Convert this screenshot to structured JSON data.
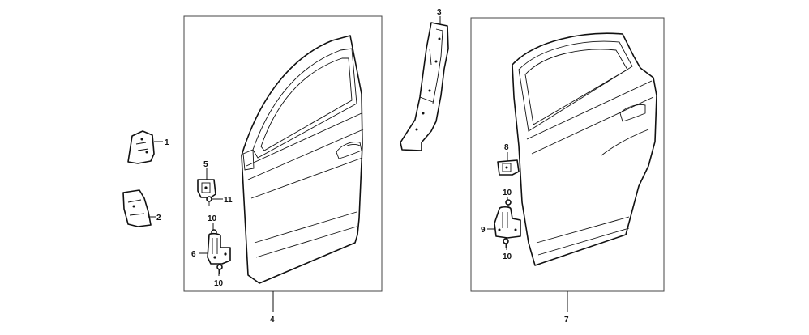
{
  "callouts": {
    "c1": "1",
    "c2": "2",
    "c3": "3",
    "c4": "4",
    "c5": "5",
    "c6": "6",
    "c7": "7",
    "c8": "8",
    "c9": "9",
    "c10a": "10",
    "c10b": "10",
    "c10c": "10",
    "c10d": "10",
    "c11": "11"
  }
}
